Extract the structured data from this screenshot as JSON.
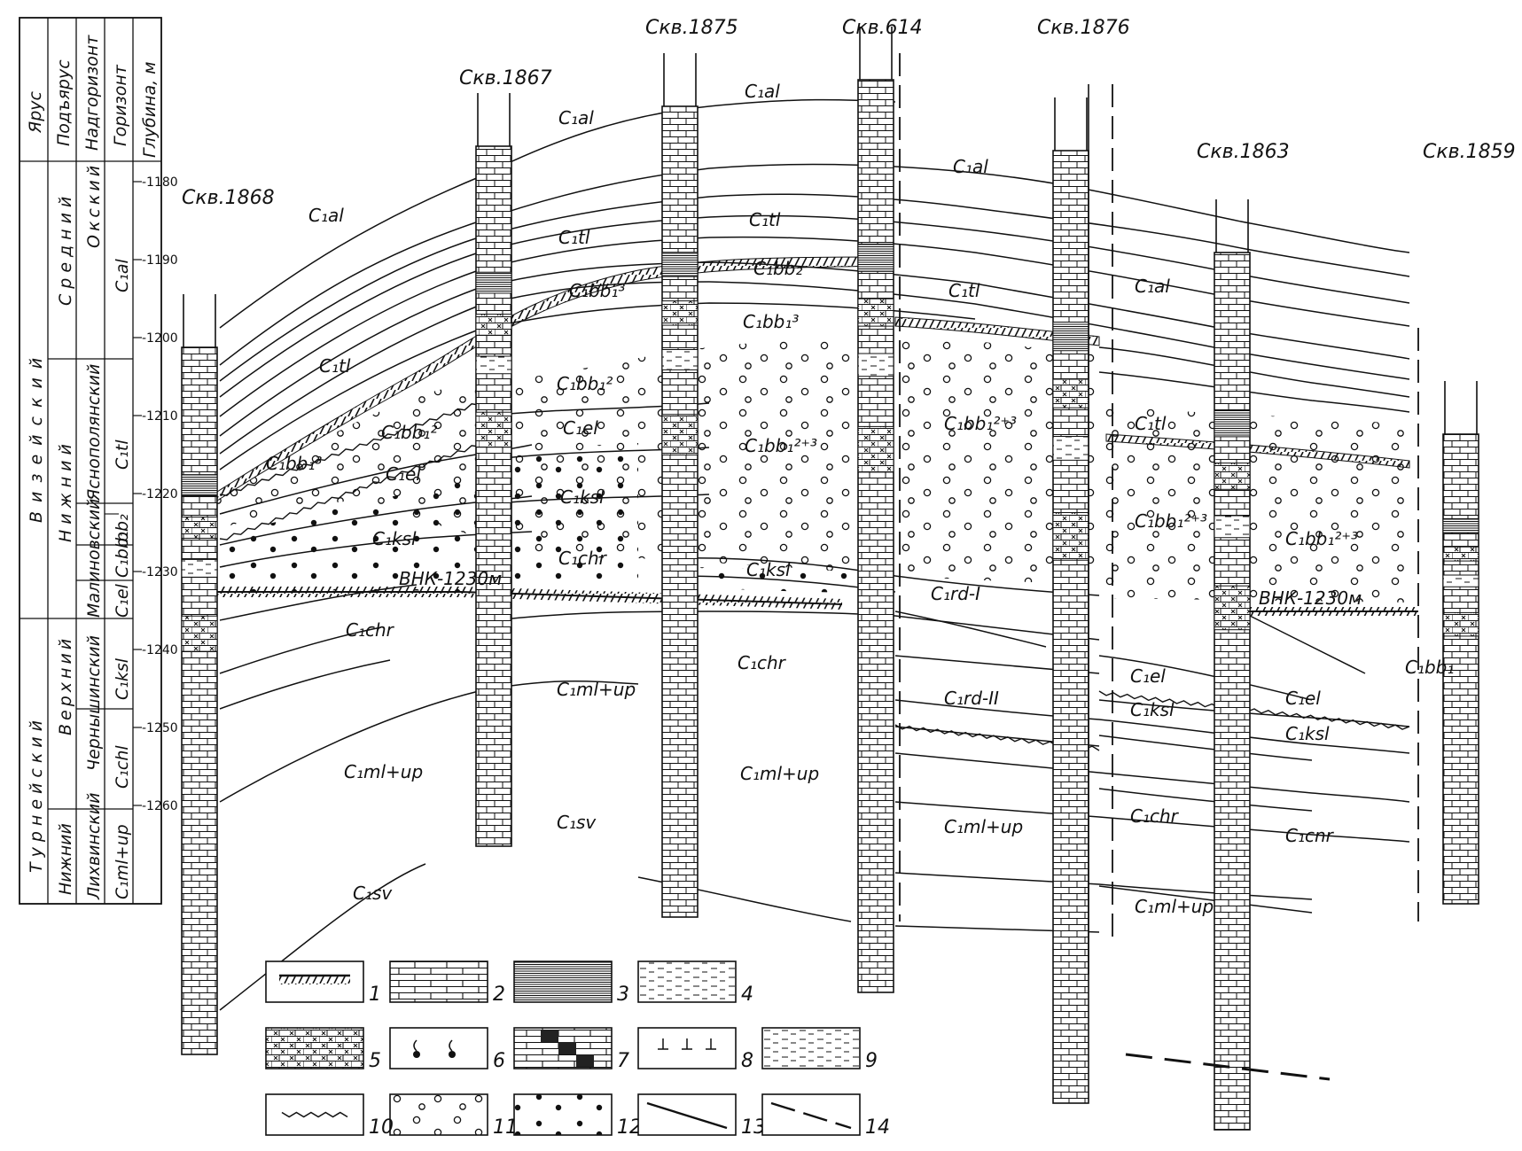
{
  "header": {
    "cols": [
      "Ярус",
      "Подъярус",
      "Надгоризонт",
      "Горизонт",
      "Глубина, м"
    ],
    "stage_top": "Визейский",
    "stage_bottom": "Турнейский",
    "sub_middle": "Средний",
    "sub_lower": "Нижний",
    "sub_upper_t": "Верхний",
    "sub_lower_t": "Нижний",
    "super_oka": "Окский",
    "super_yasn": "Яснополянский",
    "super_malin": "Малиновский",
    "super_chern": "Чернышинский",
    "super_likh": "Лихвинский",
    "h_al": "C₁al",
    "h_tl": "C₁tl",
    "h_bb2": "bb₂",
    "h_bb1": "C₁bb₁",
    "h_el": "C₁el",
    "h_ksl": "C₁ksl",
    "h_chl": "C₁chl",
    "h_mlup": "C₁ml+up"
  },
  "depths": [
    "-1180",
    "-1190",
    "-1200",
    "-1210",
    "-1220",
    "-1230",
    "-1240",
    "-1250",
    "-1260"
  ],
  "wells": [
    "Скв.1868",
    "Скв.1867",
    "Скв.1875",
    "Скв.614",
    "Скв.1876",
    "Скв.1863",
    "Скв.1859"
  ],
  "labels": {
    "al": "C₁al",
    "tl": "C₁tl",
    "bb1_3": "C₁bb₁³",
    "bb1_2": "C₁bb₁²",
    "bb1_23": "C₁bb₁²⁺³",
    "bb2": "C₁bb₂",
    "el": "C₁el",
    "ksl": "C₁ksl",
    "chr": "C₁chr",
    "mlup": "C₁ml+up",
    "sv": "C₁sv",
    "rd1": "C₁rd-I",
    "rd2": "C₁rd-II",
    "bb1": "C₁bb₁",
    "cnr": "C₁cnr",
    "vnk": "ВНК-1230м"
  },
  "legend": [
    "1",
    "2",
    "3",
    "4",
    "5",
    "6",
    "7",
    "8",
    "9",
    "10",
    "11",
    "12",
    "13",
    "14"
  ]
}
